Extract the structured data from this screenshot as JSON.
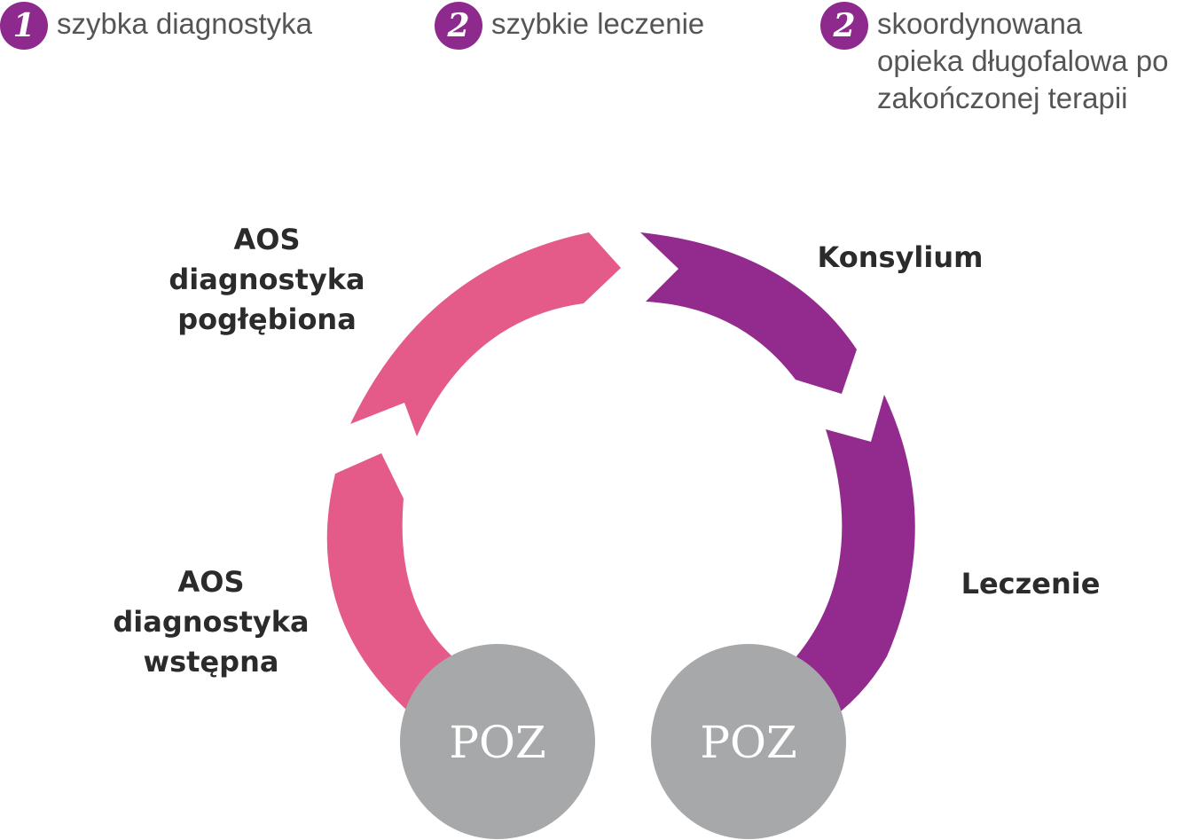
{
  "legend": [
    {
      "number": "1",
      "lines": [
        "szybka diagnostyka"
      ]
    },
    {
      "number": "2",
      "lines": [
        "szybkie leczenie"
      ]
    },
    {
      "number": "2",
      "lines": [
        "skoordynowana",
        "opieka długofalowa po",
        "zakończonej terapii"
      ]
    }
  ],
  "stages": {
    "initial_diagnosis": [
      "AOS",
      "diagnostyka",
      "wstępna"
    ],
    "deep_diagnosis": [
      "AOS",
      "diagnostyka",
      "pogłębiona"
    ],
    "council": [
      "Konsylium"
    ],
    "treatment": [
      "Leczenie"
    ]
  },
  "nodes": {
    "poz_left": "POZ",
    "poz_right": "POZ"
  },
  "colors": {
    "badge": "#8e2a8d",
    "pink_arrows": "#e45b8a",
    "purple_arrows": "#932b8e",
    "poz_circles": "#a7a8aa"
  }
}
